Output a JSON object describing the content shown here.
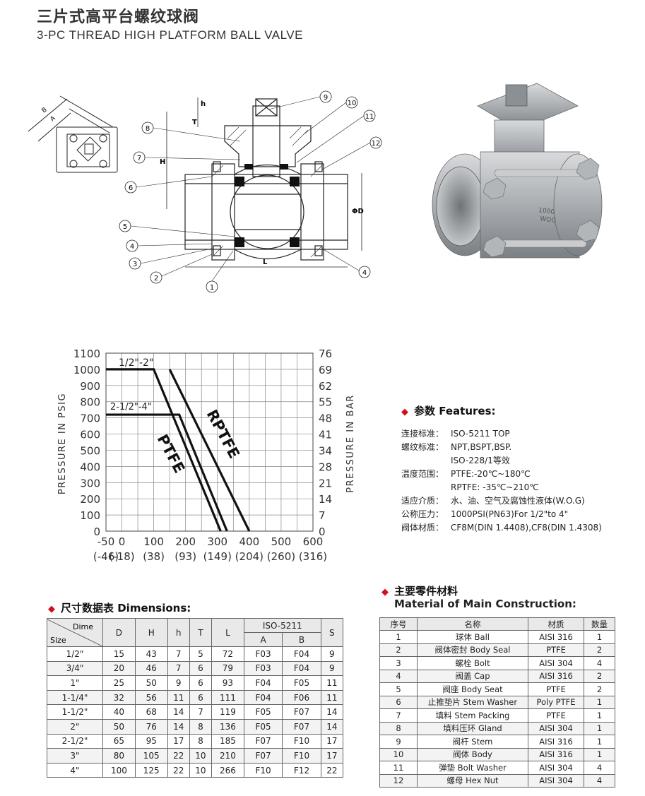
{
  "header": {
    "title_cn": "三片式高平台螺纹球阀",
    "title_en": "3-PC THREAD HIGH PLATFORM BALL VALVE"
  },
  "drawing": {
    "callouts": [
      "1",
      "2",
      "3",
      "4",
      "4",
      "5",
      "6",
      "7",
      "8",
      "9",
      "10",
      "11",
      "12"
    ],
    "dim_labels": {
      "T": "T",
      "h": "h",
      "H": "H",
      "phiD": "ΦD",
      "L": "L",
      "A": "A",
      "B": "B"
    },
    "photo_marking": [
      "1000",
      "WOG"
    ]
  },
  "chart_data": {
    "type": "line",
    "ylabel_left": "PRESSURE IN PSIG",
    "ylabel_right": "PRESSURE IN BAR",
    "y_ticks_psig": [
      "1100",
      "1000",
      "900",
      "800",
      "700",
      "600",
      "500",
      "400",
      "300",
      "200",
      "100",
      "0"
    ],
    "y_ticks_bar": [
      "76",
      "69",
      "62",
      "55",
      "48",
      "41",
      "34",
      "28",
      "21",
      "14",
      "7",
      "0"
    ],
    "x_ticks_f": [
      "-50",
      "0",
      "100",
      "200",
      "300",
      "400",
      "500",
      "600"
    ],
    "x_ticks_c": [
      "(-46)",
      "(-18)",
      "(38)",
      "(93)",
      "(149)",
      "(204)",
      "(260)",
      "(316)"
    ],
    "xlim": [
      -50,
      600
    ],
    "ylim": [
      0,
      1100
    ],
    "series": [
      {
        "name": "PTFE",
        "lines": [
          {
            "label": "1/2\"-2\"",
            "points": [
              [
                -50,
                1000
              ],
              [
                100,
                1000
              ],
              [
                310,
                0
              ]
            ]
          },
          {
            "label": "2-1/2\"-4\"",
            "points": [
              [
                -50,
                720
              ],
              [
                180,
                720
              ],
              [
                330,
                0
              ]
            ]
          }
        ]
      },
      {
        "name": "RPTFE",
        "lines": [
          {
            "label": "",
            "points": [
              [
                150,
                1000
              ],
              [
                400,
                0
              ]
            ]
          }
        ]
      }
    ],
    "line_labels": [
      "1/2\"-2\"",
      "2-1/2\"-4\""
    ]
  },
  "features": {
    "heading": "参数 Features:",
    "rows": [
      {
        "k": "连接标准：",
        "v": "ISO-5211 TOP"
      },
      {
        "k": "螺纹标准：",
        "v": "NPT,BSPT,BSP."
      },
      {
        "k": "",
        "v": "ISO-228/1等效"
      },
      {
        "k": "温度范围：",
        "v": "PTFE:-20℃~180℃"
      },
      {
        "k": "",
        "v": "RPTFE: -35℃~210℃"
      },
      {
        "k": "适应介质：",
        "v": "水、油、空气及腐蚀性液体(W.O.G)"
      },
      {
        "k": "公称压力：",
        "v": "1000PSI(PN63)For 1/2\"to 4\""
      },
      {
        "k": "阀体材质：",
        "v": "CF8M(DIN 1.4408),CF8(DIN 1.4308)"
      }
    ]
  },
  "dimensions": {
    "heading": "尺寸数据表 Dimensions:",
    "corner_top": "Dime",
    "corner_bottom": "Size",
    "cols": [
      "D",
      "H",
      "h",
      "T",
      "L"
    ],
    "iso": "ISO-5211",
    "iso_sub": [
      "A",
      "B"
    ],
    "s": "S",
    "rows": [
      [
        "1/2\"",
        "15",
        "43",
        "7",
        "5",
        "72",
        "F03",
        "F04",
        "9"
      ],
      [
        "3/4\"",
        "20",
        "46",
        "7",
        "6",
        "79",
        "F03",
        "F04",
        "9"
      ],
      [
        "1\"",
        "25",
        "50",
        "9",
        "6",
        "93",
        "F04",
        "F05",
        "11"
      ],
      [
        "1-1/4\"",
        "32",
        "56",
        "11",
        "6",
        "111",
        "F04",
        "F06",
        "11"
      ],
      [
        "1-1/2\"",
        "40",
        "68",
        "14",
        "7",
        "119",
        "F05",
        "F07",
        "14"
      ],
      [
        "2\"",
        "50",
        "76",
        "14",
        "8",
        "136",
        "F05",
        "F07",
        "14"
      ],
      [
        "2-1/2\"",
        "65",
        "95",
        "17",
        "8",
        "185",
        "F07",
        "F10",
        "17"
      ],
      [
        "3\"",
        "80",
        "105",
        "22",
        "10",
        "210",
        "F07",
        "F10",
        "17"
      ],
      [
        "4\"",
        "100",
        "125",
        "22",
        "10",
        "266",
        "F10",
        "F12",
        "22"
      ]
    ]
  },
  "materials": {
    "heading": "主要零件材料",
    "subheading": "Material of Main Construction:",
    "cols": [
      "序号",
      "名称",
      "材质",
      "数量"
    ],
    "rows": [
      [
        "1",
        "球体 Ball",
        "AISI 316",
        "1"
      ],
      [
        "2",
        "阀体密封 Body Seal",
        "PTFE",
        "2"
      ],
      [
        "3",
        "螺栓 Bolt",
        "AISI 304",
        "4"
      ],
      [
        "4",
        "阀盖 Cap",
        "AISI 316",
        "2"
      ],
      [
        "5",
        "阀座 Body Seat",
        "PTFE",
        "2"
      ],
      [
        "6",
        "止推垫片 Stem Washer",
        "Poly PTFE",
        "1"
      ],
      [
        "7",
        "填料 Stem Packing",
        "PTFE",
        "1"
      ],
      [
        "8",
        "填料压环 Gland",
        "AISI 304",
        "1"
      ],
      [
        "9",
        "阀杆 Stem",
        "AISI 316",
        "1"
      ],
      [
        "10",
        "阀体 Body",
        "AISI 316",
        "1"
      ],
      [
        "11",
        "弹垫 Bolt Washer",
        "AISI 304",
        "4"
      ],
      [
        "12",
        "螺母 Hex Nut",
        "AISI 304",
        "4"
      ]
    ]
  },
  "colors": {
    "accent": "#d0101c",
    "ink": "#111111",
    "gasket": "#111111",
    "steel": "#b9bcbf"
  }
}
